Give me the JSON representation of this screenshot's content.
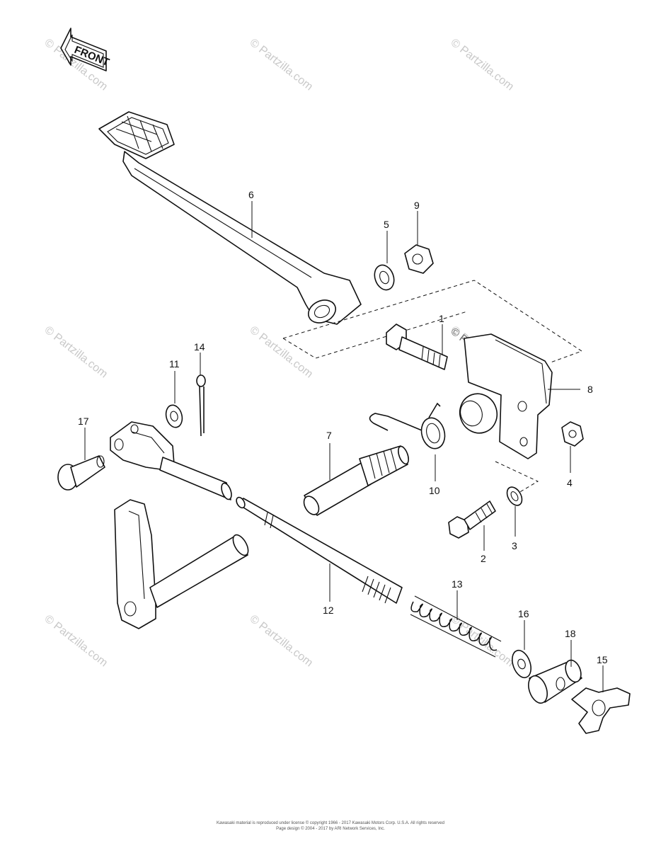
{
  "direction_label": "FRONT",
  "watermarks": [
    "© Partzilla.com",
    "© Partzilla.com",
    "© Partzilla.com",
    "© Partzilla.com",
    "© Partzilla.com",
    "© Partzilla.com",
    "© Partzilla.com",
    "© Partzilla.com",
    "© Partzilla.com",
    "© Partzilla.com"
  ],
  "callouts": [
    "1",
    "2",
    "3",
    "4",
    "5",
    "6",
    "7",
    "8",
    "9",
    "10",
    "11",
    "12",
    "13",
    "14",
    "15",
    "16",
    "17",
    "18"
  ],
  "footer": {
    "line1": "Kawasaki material is reproduced under license © copyright 1966 - 2017 Kawasaki Motors Corp. U.S.A. All rights reserved",
    "line2": "Page design © 2004 - 2017 by ARI Network Services, Inc."
  }
}
